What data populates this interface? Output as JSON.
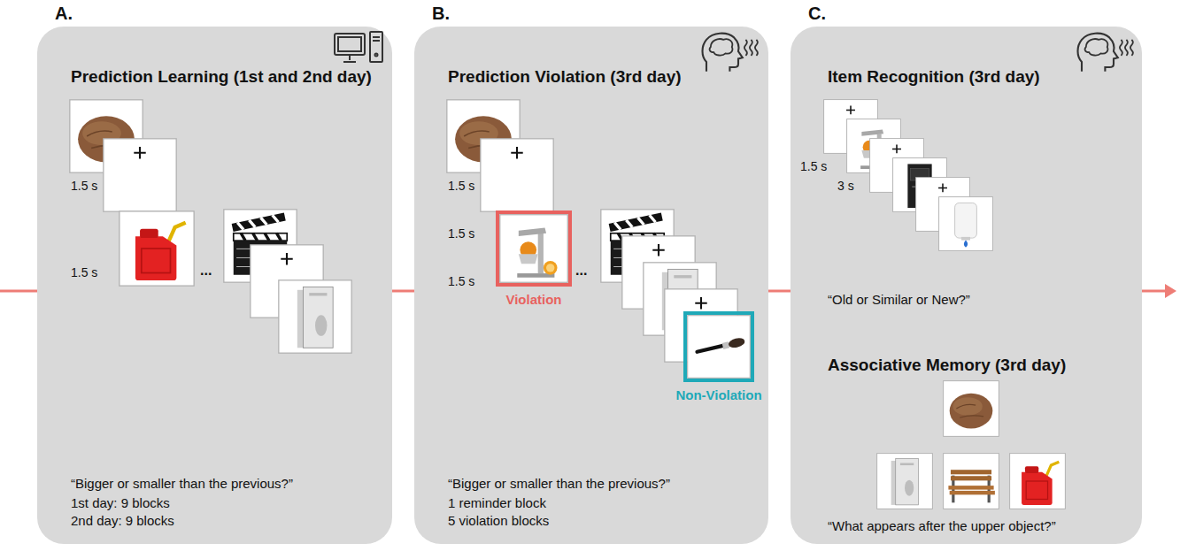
{
  "diagram": {
    "nodes": [
      {
        "text": [
          "A.",
          "Prediction Learning (1st and 2nd day)",
          "“Bigger or smaller than the previous?”",
          "1st day: 9 blocks",
          "2nd day: 9 blocks"
        ]
      },
      {
        "text": [
          "B.",
          "Prediction Violation (3rd day)",
          "“Bigger or smaller than the previous?”",
          "1 reminder block",
          "5 violation blocks"
        ]
      },
      {
        "text": [
          "Violation"
        ],
        "in": 1
      },
      {
        "text": [
          "Non-Violation"
        ],
        "in": 1
      },
      {
        "text": [
          "C.",
          "Item Recognition (3rd day)",
          "“Old or Similar or New?”",
          "Associative Memory (3rd day)",
          "“What appears after the upper object?”"
        ]
      }
    ],
    "edges": [
      {
        "from": 0,
        "to": 1,
        "arrow": "none"
      },
      {
        "from": 1,
        "to": 4,
        "arrow": "none"
      }
    ],
    "labels": [
      "1.5 s",
      "1.5 s",
      "...",
      "1.5 s",
      "1.5 s",
      "1.5 s",
      "...",
      "1.5 s",
      "3 s"
    ]
  }
}
